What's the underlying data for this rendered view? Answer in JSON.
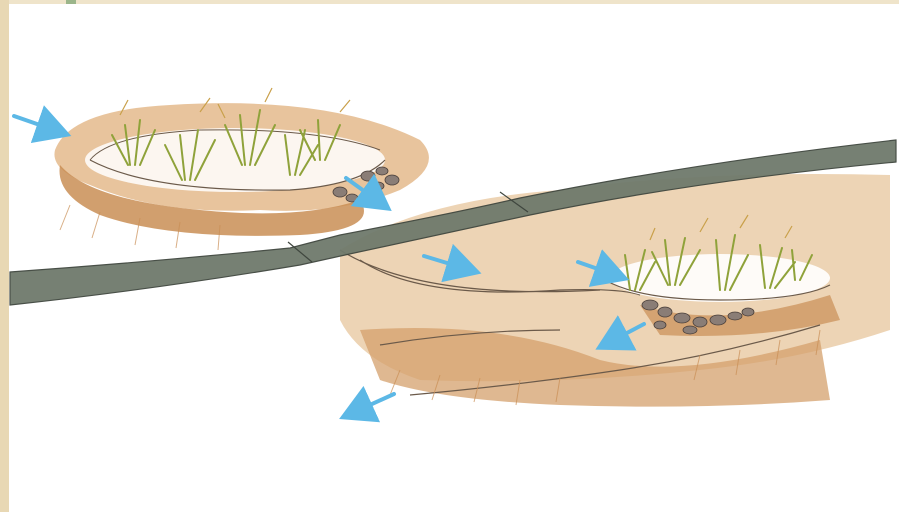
{
  "illustration": {
    "subject": "",
    "colors": {
      "paper": "#ffffff",
      "frame": "#e8d8b4",
      "path": "#6f7a6c",
      "soil": "#c98e55",
      "soil_light": "#e2b98a",
      "grass": "#a8b84a",
      "grass_dark": "#7a8c2e",
      "stone": "#8a7d76",
      "arrow": "#5cb8e6"
    },
    "icons": [
      "water-flow-arrow",
      "stone-pile",
      "grass-clump"
    ]
  }
}
